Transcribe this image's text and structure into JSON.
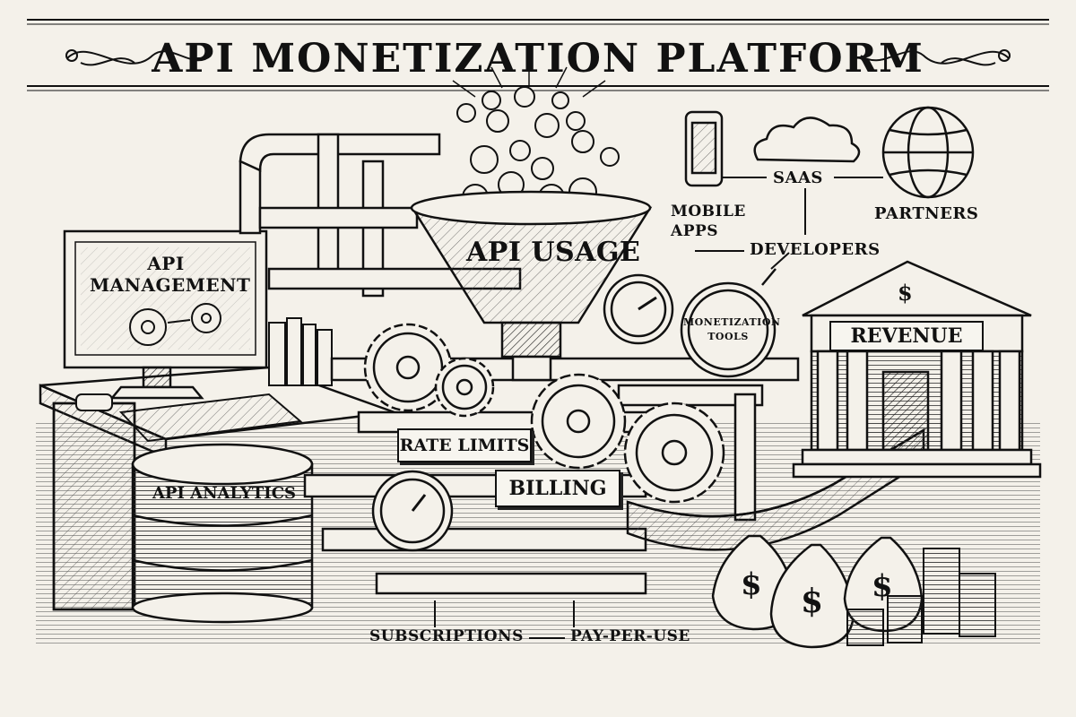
{
  "title": "API MONETIZATION PLATFORM",
  "labels": {
    "api_usage": "API USAGE",
    "mobile_apps": "MOBILE\nAPPS",
    "saas": "SAAS",
    "partners": "PARTNERS",
    "developers": "DEVELOPERS",
    "api_management": "API\nMANAGEMENT",
    "monetization_tools": "MONETIZATION\nTOOLS",
    "revenue": "REVENUE",
    "rate_limits": "RATE LIMITS",
    "billing": "BILLING",
    "api_analytics": "API ANALYTICS",
    "subscriptions": "SUBSCRIPTIONS",
    "pay_per_use": "PAY-PER-USE",
    "dollar_symbol": "$"
  },
  "colors": {
    "ink": "#111111",
    "paper": "#f4f1ea",
    "shade": "#cfcac0"
  }
}
